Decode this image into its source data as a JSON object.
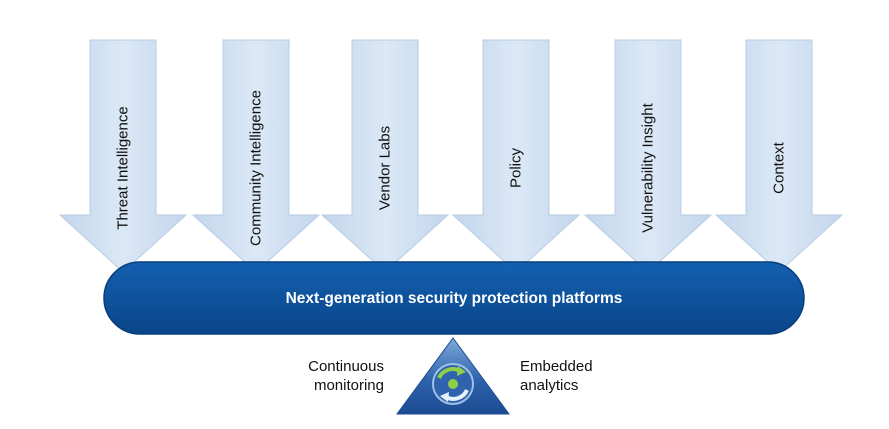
{
  "colors": {
    "arrow_fill": "#cfe0f2",
    "arrow_stroke": "#b7cce3",
    "bar_fill": "#0c4f9c",
    "bar_stroke": "#093d7c",
    "triangle_fill": "#2c5ea8",
    "triangle_light": "#6f9fd4",
    "cycle_accent": "#8fcf4a"
  },
  "inputs": [
    {
      "label": "Threat Intelligence"
    },
    {
      "label": "Community Intelligence"
    },
    {
      "label": "Vendor Labs"
    },
    {
      "label": "Policy"
    },
    {
      "label": "Vulnerability Insight"
    },
    {
      "label": "Context"
    }
  ],
  "platform": {
    "label": "Next-generation security protection platforms"
  },
  "base": {
    "left_label_lines": [
      "Continuous",
      "monitoring"
    ],
    "right_label_lines": [
      "Embedded",
      "analytics"
    ],
    "icon": "cycle-triangle-icon"
  }
}
